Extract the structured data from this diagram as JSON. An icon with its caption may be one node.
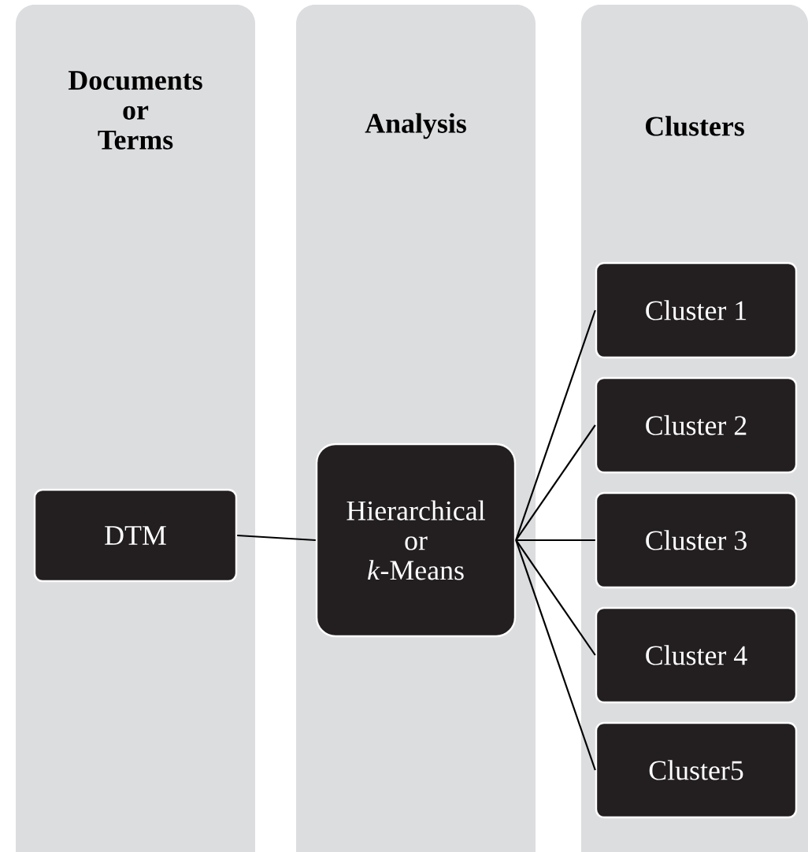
{
  "diagram": {
    "nodes": [
      {
        "text": [
          "Documents or Terms"
        ]
      },
      {
        "text": [
          "Analysis"
        ]
      },
      {
        "text": [
          "Clusters"
        ]
      },
      {
        "text": [
          "DTM"
        ],
        "in": 0
      },
      {
        "text": [
          "Hierarchical or *k*-Means"
        ],
        "in": 1
      },
      {
        "text": [
          "Cluster 1"
        ],
        "in": 2
      },
      {
        "text": [
          "Cluster 2"
        ],
        "in": 2
      },
      {
        "text": [
          "Cluster 3"
        ],
        "in": 2
      },
      {
        "text": [
          "Cluster 4"
        ],
        "in": 2
      },
      {
        "text": [
          "Cluster5"
        ],
        "in": 2
      }
    ],
    "edges": [
      {
        "from": 3,
        "to": 4,
        "arrow": "none"
      },
      {
        "from": 4,
        "to": 5,
        "arrow": "none"
      },
      {
        "from": 4,
        "to": 6,
        "arrow": "none"
      },
      {
        "from": 4,
        "to": 7,
        "arrow": "none"
      },
      {
        "from": 4,
        "to": 8,
        "arrow": "none"
      },
      {
        "from": 4,
        "to": 9,
        "arrow": "none"
      }
    ]
  }
}
